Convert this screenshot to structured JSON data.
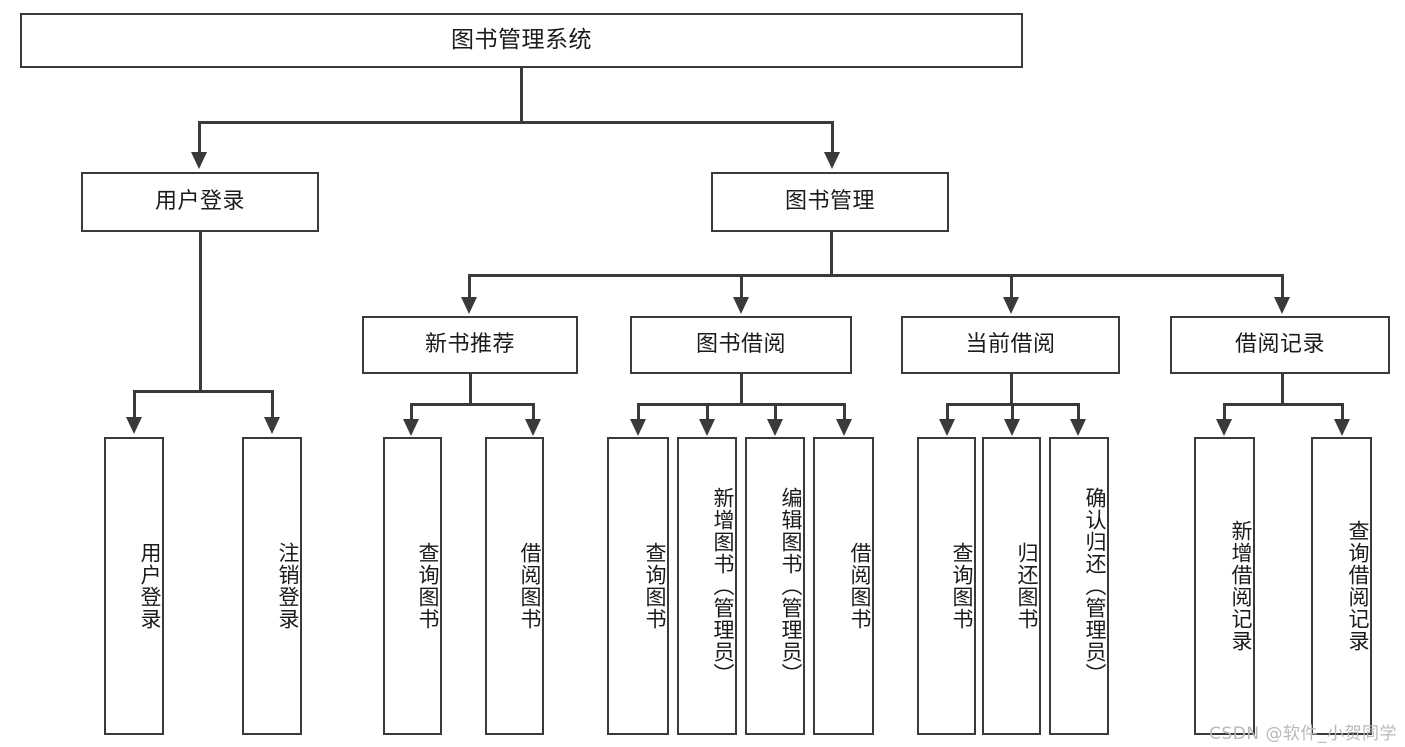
{
  "diagram": {
    "title": "图书管理系统",
    "type": "tree-hierarchy",
    "root": {
      "label": "图书管理系统"
    },
    "level2": [
      {
        "id": "user-login",
        "label": "用户登录"
      },
      {
        "id": "book-management",
        "label": "图书管理"
      }
    ],
    "level3": [
      {
        "id": "new-book-recommend",
        "label": "新书推荐",
        "parent": "book-management"
      },
      {
        "id": "book-borrow",
        "label": "图书借阅",
        "parent": "book-management"
      },
      {
        "id": "current-borrow",
        "label": "当前借阅",
        "parent": "book-management"
      },
      {
        "id": "borrow-record",
        "label": "借阅记录",
        "parent": "book-management"
      }
    ],
    "leaves": [
      {
        "id": "leaf-user-login",
        "label": "用户登录",
        "parent": "user-login"
      },
      {
        "id": "leaf-logout",
        "label": "注销登录",
        "parent": "user-login"
      },
      {
        "id": "leaf-query-book-1",
        "label": "查询图书",
        "parent": "new-book-recommend"
      },
      {
        "id": "leaf-borrow-book-1",
        "label": "借阅图书",
        "parent": "new-book-recommend"
      },
      {
        "id": "leaf-query-book-2",
        "label": "查询图书",
        "parent": "book-borrow"
      },
      {
        "id": "leaf-add-book",
        "label": "新增图书（管理员）",
        "parent": "book-borrow"
      },
      {
        "id": "leaf-edit-book",
        "label": "编辑图书（管理员）",
        "parent": "book-borrow"
      },
      {
        "id": "leaf-borrow-book-2",
        "label": "借阅图书",
        "parent": "book-borrow"
      },
      {
        "id": "leaf-query-book-3",
        "label": "查询图书",
        "parent": "current-borrow"
      },
      {
        "id": "leaf-return-book",
        "label": "归还图书",
        "parent": "current-borrow"
      },
      {
        "id": "leaf-confirm-return",
        "label": "确认归还（管理员）",
        "parent": "current-borrow"
      },
      {
        "id": "leaf-add-record",
        "label": "新增借阅记录",
        "parent": "borrow-record"
      },
      {
        "id": "leaf-query-record",
        "label": "查询借阅记录",
        "parent": "borrow-record"
      }
    ],
    "colors": {
      "stroke": "#3a3a3a",
      "fill": "#ffffff",
      "text": "#1b1b1b",
      "watermark": "#b9b9b9"
    }
  },
  "watermark": {
    "text": "CSDN @软件_小贺同学"
  }
}
